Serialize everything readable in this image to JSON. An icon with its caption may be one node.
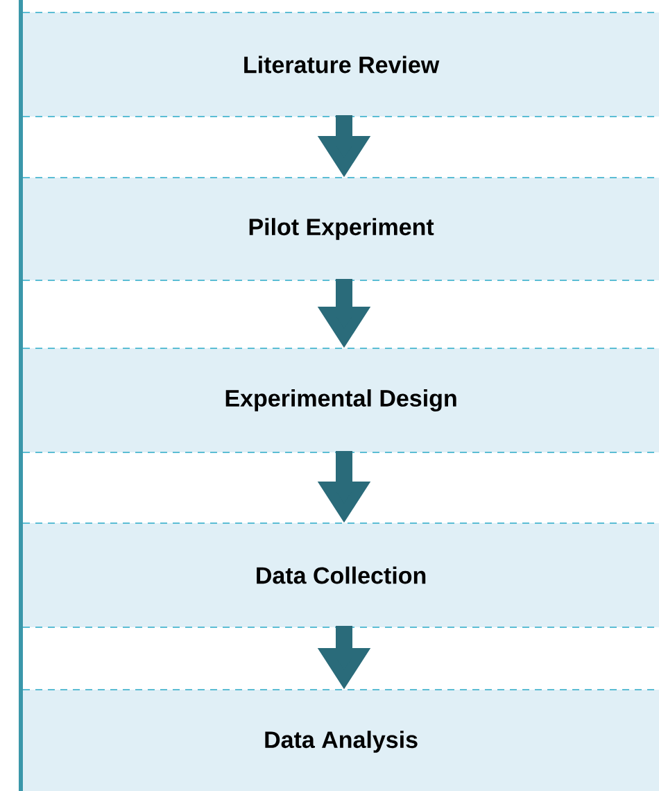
{
  "diagram": {
    "nodes": [
      {
        "text": [
          "Literature Review"
        ]
      },
      {
        "text": [
          "Pilot Experiment"
        ]
      },
      {
        "text": [
          "Experimental Design"
        ]
      },
      {
        "text": [
          "Data Collection"
        ]
      },
      {
        "text": [
          "Data Analysis"
        ]
      }
    ],
    "edges": [
      {
        "from": 0,
        "to": 1,
        "arrow": "to"
      },
      {
        "from": 1,
        "to": 2,
        "arrow": "to"
      },
      {
        "from": 2,
        "to": 3,
        "arrow": "to"
      },
      {
        "from": 3,
        "to": 4,
        "arrow": "to"
      }
    ]
  }
}
